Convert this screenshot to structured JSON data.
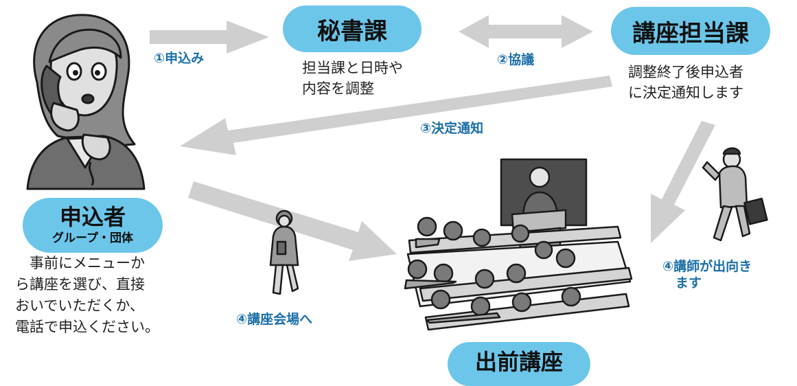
{
  "nodes": {
    "hisho": {
      "label": "秘書課",
      "desc": "担当課と日時や\n内容を調整"
    },
    "koza": {
      "label": "講座担当課",
      "desc": "調整終了後申込者\nに決定通知します"
    },
    "moushikomi": {
      "label": "申込者",
      "sublabel": "グループ・団体",
      "desc": "　事前にメニューか\nら講座を選び、直接\nおいでいただくか、\n電話で申込ください。"
    },
    "demae": {
      "label": "出前講座"
    }
  },
  "steps": {
    "s1": "①申込み",
    "s2": "②協議",
    "s3": "③決定通知",
    "s4a": "④講座会場へ",
    "s4b": "④講師が出向き\n　ます"
  },
  "colors": {
    "pill": "#6cc6ea",
    "arrow": "#cfcfcf",
    "step_text": "#1b6fa8"
  },
  "icons": {
    "caller": "woman-on-phone-icon",
    "lecture": "lecture-hall-icon",
    "attendee": "walking-woman-icon",
    "lecturer": "walking-lecturer-icon"
  }
}
